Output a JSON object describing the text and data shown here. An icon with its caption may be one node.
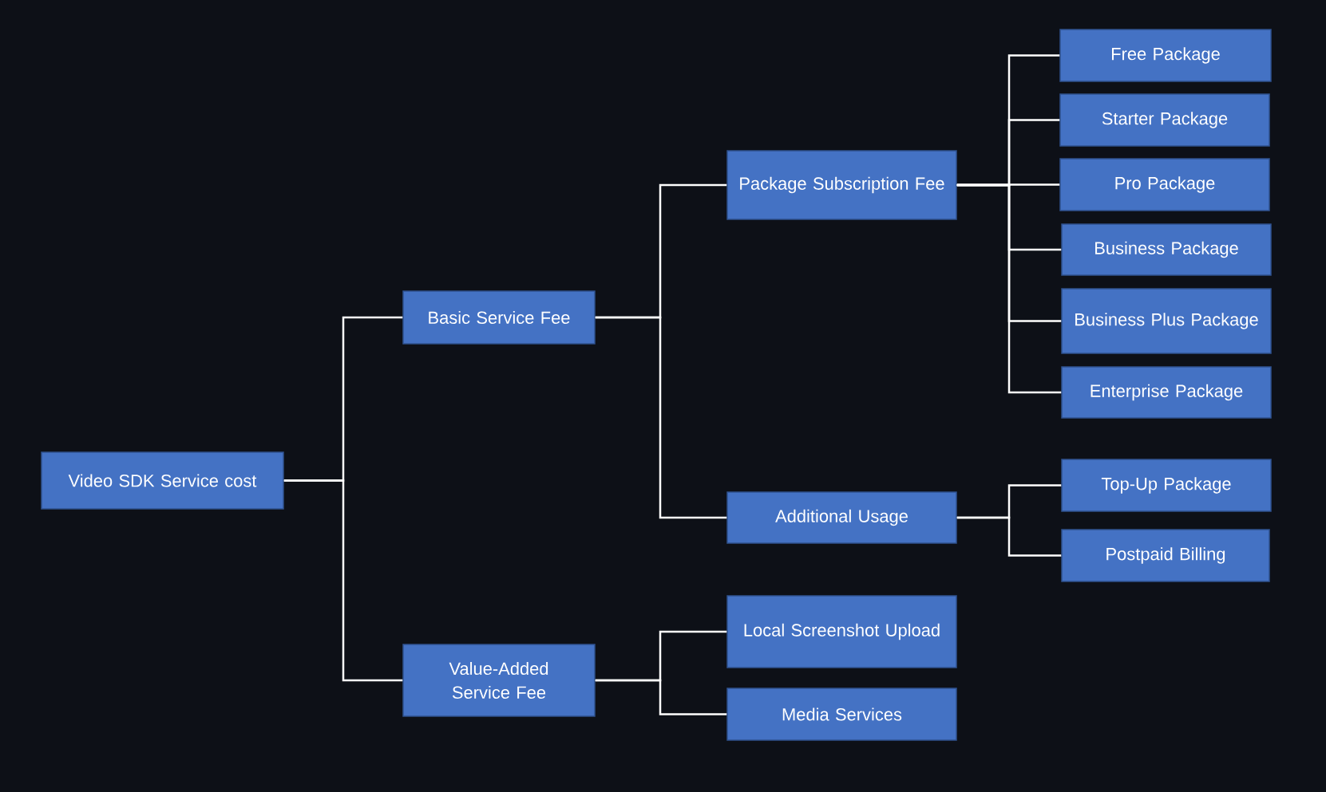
{
  "diagram": {
    "nodes": [
      {
        "text": [
          "Video SDK Service cost"
        ]
      },
      {
        "text": [
          "Basic Service Fee"
        ]
      },
      {
        "text": [
          "Value-Added Service Fee"
        ]
      },
      {
        "text": [
          "Package Subscription Fee"
        ]
      },
      {
        "text": [
          "Additional Usage"
        ]
      },
      {
        "text": [
          "Local Screenshot Upload"
        ]
      },
      {
        "text": [
          "Media Services"
        ]
      },
      {
        "text": [
          "Free Package"
        ]
      },
      {
        "text": [
          "Starter Package"
        ]
      },
      {
        "text": [
          "Pro Package"
        ]
      },
      {
        "text": [
          "Business Package"
        ]
      },
      {
        "text": [
          "Business Plus Package"
        ]
      },
      {
        "text": [
          "Enterprise Package"
        ]
      },
      {
        "text": [
          "Top-Up Package"
        ]
      },
      {
        "text": [
          "Postpaid Billing"
        ]
      }
    ],
    "edges": [
      {
        "from": 0,
        "to": 1,
        "arrow": "none"
      },
      {
        "from": 0,
        "to": 2,
        "arrow": "none"
      },
      {
        "from": 1,
        "to": 3,
        "arrow": "none"
      },
      {
        "from": 1,
        "to": 4,
        "arrow": "none"
      },
      {
        "from": 2,
        "to": 5,
        "arrow": "none"
      },
      {
        "from": 2,
        "to": 6,
        "arrow": "none"
      },
      {
        "from": 3,
        "to": 7,
        "arrow": "none"
      },
      {
        "from": 3,
        "to": 8,
        "arrow": "none"
      },
      {
        "from": 3,
        "to": 9,
        "arrow": "none"
      },
      {
        "from": 3,
        "to": 10,
        "arrow": "none"
      },
      {
        "from": 3,
        "to": 11,
        "arrow": "none"
      },
      {
        "from": 3,
        "to": 12,
        "arrow": "none"
      },
      {
        "from": 4,
        "to": 13,
        "arrow": "none"
      },
      {
        "from": 4,
        "to": 14,
        "arrow": "none"
      }
    ]
  }
}
